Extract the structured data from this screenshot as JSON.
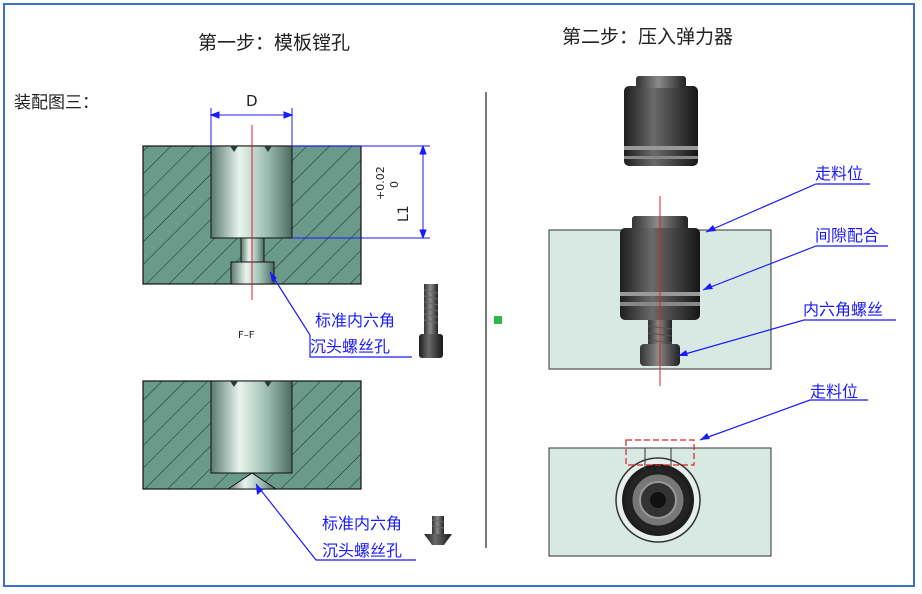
{
  "left": {
    "title": "第一步：模板镗孔",
    "assembly_label": "装配图三：",
    "dim_d": "D",
    "dim_l1": "L1",
    "tol_upper": "+0.02",
    "tol_lower": "0",
    "section_label": "F–F",
    "callout1_line1": "标准内六角",
    "callout1_line2": "沉头螺丝孔",
    "callout2_line1": "标准内六角",
    "callout2_line2": "沉头螺丝孔"
  },
  "right": {
    "title": "第二步：压入弹力器",
    "callout_feed": "走料位",
    "callout_gap": "间隙配合",
    "callout_screw": "内六角螺丝",
    "callout_feed2": "走料位"
  },
  "colors": {
    "hatch_fill": "#6a9a8a",
    "plate_fill": "#d8e8e2",
    "callout": "#1a1aff",
    "centerline": "#e02020",
    "frame": "#3a6ec8"
  }
}
